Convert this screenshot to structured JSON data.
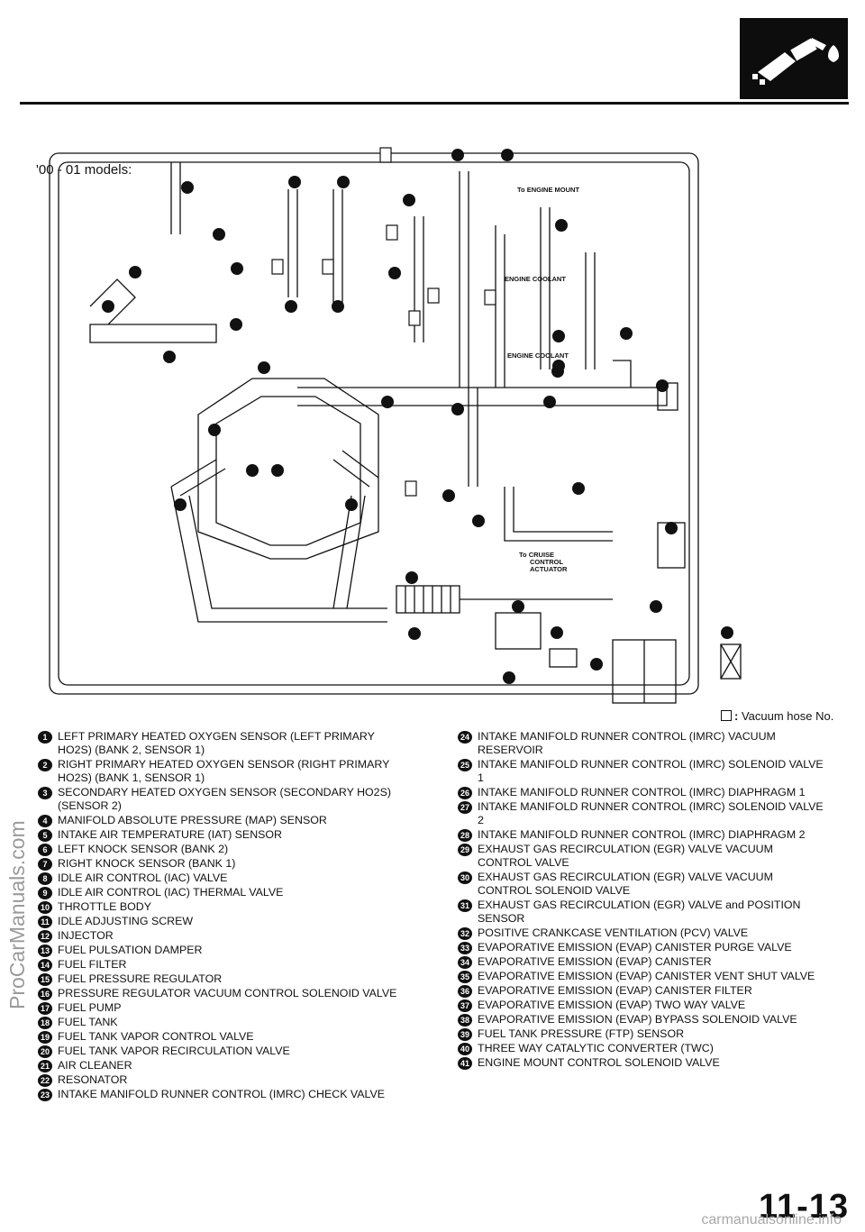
{
  "header": {
    "logo_icon": "fuel-nozzle-icon"
  },
  "diagram": {
    "title": "'00 - 01 models:",
    "labels": {
      "to_engine_mount": "To ENGINE MOUNT",
      "engine_coolant_1": "ENGINE COOLANT",
      "engine_coolant_2": "ENGINE COOLANT",
      "to_cruise": "To CRUISE",
      "control": "CONTROL",
      "actuator": "ACTUATOR"
    },
    "vacuum_legend": "Vacuum hose No."
  },
  "legend_left": [
    {
      "n": "1",
      "text": "LEFT PRIMARY HEATED OXYGEN SENSOR (LEFT PRIMARY HO2S) (BANK 2, SENSOR 1)"
    },
    {
      "n": "2",
      "text": "RIGHT PRIMARY HEATED OXYGEN SENSOR (RIGHT PRIMARY HO2S) (BANK 1, SENSOR 1)"
    },
    {
      "n": "3",
      "text": "SECONDARY HEATED OXYGEN SENSOR (SECONDARY HO2S) (SENSOR 2)"
    },
    {
      "n": "4",
      "text": "MANIFOLD ABSOLUTE PRESSURE (MAP) SENSOR"
    },
    {
      "n": "5",
      "text": "INTAKE AIR TEMPERATURE (IAT) SENSOR"
    },
    {
      "n": "6",
      "text": "LEFT KNOCK SENSOR (BANK 2)"
    },
    {
      "n": "7",
      "text": "RIGHT KNOCK SENSOR (BANK 1)"
    },
    {
      "n": "8",
      "text": "IDLE AIR CONTROL (IAC) VALVE"
    },
    {
      "n": "9",
      "text": "IDLE AIR CONTROL (IAC) THERMAL VALVE"
    },
    {
      "n": "10",
      "text": "THROTTLE BODY"
    },
    {
      "n": "11",
      "text": "IDLE ADJUSTING SCREW"
    },
    {
      "n": "12",
      "text": "INJECTOR"
    },
    {
      "n": "13",
      "text": "FUEL PULSATION DAMPER"
    },
    {
      "n": "14",
      "text": "FUEL FILTER"
    },
    {
      "n": "15",
      "text": "FUEL PRESSURE REGULATOR"
    },
    {
      "n": "16",
      "text": "PRESSURE REGULATOR VACUUM CONTROL SOLENOID VALVE"
    },
    {
      "n": "17",
      "text": "FUEL PUMP"
    },
    {
      "n": "18",
      "text": "FUEL TANK"
    },
    {
      "n": "19",
      "text": "FUEL TANK VAPOR CONTROL VALVE"
    },
    {
      "n": "20",
      "text": "FUEL TANK VAPOR RECIRCULATION VALVE"
    },
    {
      "n": "21",
      "text": "AIR CLEANER"
    },
    {
      "n": "22",
      "text": "RESONATOR"
    },
    {
      "n": "23",
      "text": "INTAKE MANIFOLD RUNNER CONTROL (IMRC) CHECK VALVE"
    }
  ],
  "legend_right": [
    {
      "n": "24",
      "text": "INTAKE MANIFOLD RUNNER CONTROL (IMRC) VACUUM RESERVOIR"
    },
    {
      "n": "25",
      "text": "INTAKE MANIFOLD RUNNER CONTROL (IMRC) SOLENOID VALVE 1"
    },
    {
      "n": "26",
      "text": "INTAKE MANIFOLD RUNNER CONTROL (IMRC) DIAPHRAGM 1"
    },
    {
      "n": "27",
      "text": "INTAKE MANIFOLD RUNNER CONTROL (IMRC) SOLENOID VALVE 2"
    },
    {
      "n": "28",
      "text": "INTAKE MANIFOLD RUNNER CONTROL (IMRC) DIAPHRAGM 2"
    },
    {
      "n": "29",
      "text": "EXHAUST GAS RECIRCULATION (EGR) VALVE VACUUM CONTROL VALVE"
    },
    {
      "n": "30",
      "text": "EXHAUST GAS RECIRCULATION (EGR) VALVE VACUUM CONTROL SOLENOID VALVE"
    },
    {
      "n": "31",
      "text": "EXHAUST GAS RECIRCULATION (EGR) VALVE and POSITION SENSOR"
    },
    {
      "n": "32",
      "text": "POSITIVE CRANKCASE VENTILATION (PCV) VALVE"
    },
    {
      "n": "33",
      "text": "EVAPORATIVE EMISSION (EVAP) CANISTER PURGE VALVE"
    },
    {
      "n": "34",
      "text": "EVAPORATIVE EMISSION (EVAP) CANISTER"
    },
    {
      "n": "35",
      "text": "EVAPORATIVE EMISSION (EVAP) CANISTER VENT SHUT VALVE"
    },
    {
      "n": "36",
      "text": "EVAPORATIVE EMISSION (EVAP) CANISTER FILTER"
    },
    {
      "n": "37",
      "text": "EVAPORATIVE EMISSION (EVAP) TWO WAY VALVE"
    },
    {
      "n": "38",
      "text": "EVAPORATIVE EMISSION (EVAP) BYPASS SOLENOID VALVE"
    },
    {
      "n": "39",
      "text": "FUEL TANK PRESSURE (FTP) SENSOR"
    },
    {
      "n": "40",
      "text": "THREE WAY CATALYTIC CONVERTER (TWC)"
    },
    {
      "n": "41",
      "text": "ENGINE MOUNT CONTROL SOLENOID VALVE"
    }
  ],
  "footer": {
    "page_number": "11-13",
    "watermark_left": "ProCarManuals.com",
    "watermark_bottom": "carmanualsonline.info"
  }
}
